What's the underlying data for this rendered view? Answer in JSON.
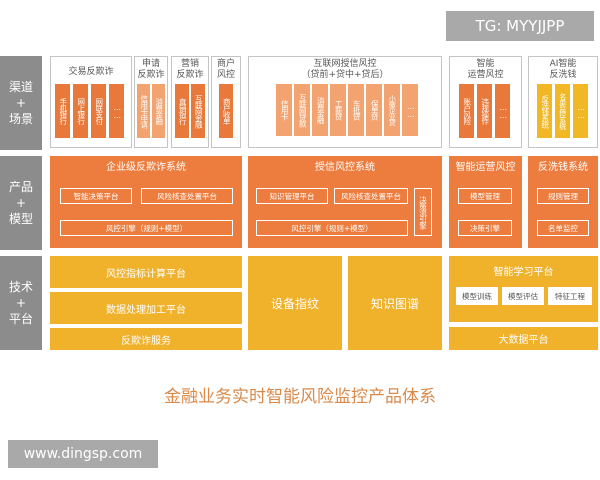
{
  "watermark_top": "TG: MYYJJPP",
  "watermark_bottom": "www.dingsp.com",
  "footer_title": "金融业务实时智能风险监控产品体系",
  "row_labels": {
    "channel": "渠道\n+\n场景",
    "product": "产品\n+\n模型",
    "tech": "技术\n+\n平台"
  },
  "channel": {
    "transaction_antifraud": {
      "title": "交易反欺诈",
      "items": [
        "手机银行",
        "网上银行",
        "网联支付",
        "……"
      ]
    },
    "application_antifraud": {
      "title": "申请\n反欺诈",
      "items": [
        "信用卡申请",
        "消费金融"
      ]
    },
    "marketing_antifraud": {
      "title": "营销\n反欺诈",
      "items": [
        "直销银行",
        "互联网金融"
      ]
    },
    "merchant_risk": {
      "title": "商户\n风控",
      "items": [
        "商户收单"
      ]
    },
    "internet_credit": {
      "title": "互联网授信风控\n（贷前+贷中+贷后）",
      "items": [
        "信用卡",
        "互联网贷款",
        "消费金融",
        "工薪贷",
        "车抵贷",
        "保单贷",
        "小微企业贷",
        "……"
      ]
    },
    "smart_ops": {
      "title": "智能\n运营风控",
      "items": [
        "账户风险",
        "违规操作",
        "……"
      ]
    },
    "ai_aml": {
      "title": "AI智能\n反洗钱",
      "items": [
        "反洗钱系统",
        "名单监控系统",
        "……"
      ]
    }
  },
  "product": {
    "enterprise_antifraud": {
      "title": "企业级反欺诈系统",
      "subs": [
        "智能决策平台",
        "风险核查处置平台",
        "风控引擎（规则+模型）"
      ]
    },
    "credit_risk": {
      "title": "授信风控系统",
      "subs": [
        "知识管理平台",
        "风险核查处置平台",
        "风控引擎（规则+模型）",
        "决策流引擎"
      ]
    },
    "smart_ops": {
      "title": "智能运营风控",
      "subs": [
        "模型管理",
        "决策引擎"
      ]
    },
    "aml_system": {
      "title": "反洗钱系统",
      "subs": [
        "规则管理",
        "名单监控"
      ]
    }
  },
  "tech": {
    "risk_indicator_platform": "风控指标计算平台",
    "data_processing_platform": "数据处理加工平台",
    "antifraud_service": "反欺诈服务",
    "device_fingerprint": "设备指纹",
    "knowledge_graph": "知识图谱",
    "smart_learning": {
      "title": "智能学习平台",
      "subs": [
        "模型训练",
        "模型评估",
        "特征工程"
      ]
    },
    "big_data_platform": "大数据平台"
  }
}
